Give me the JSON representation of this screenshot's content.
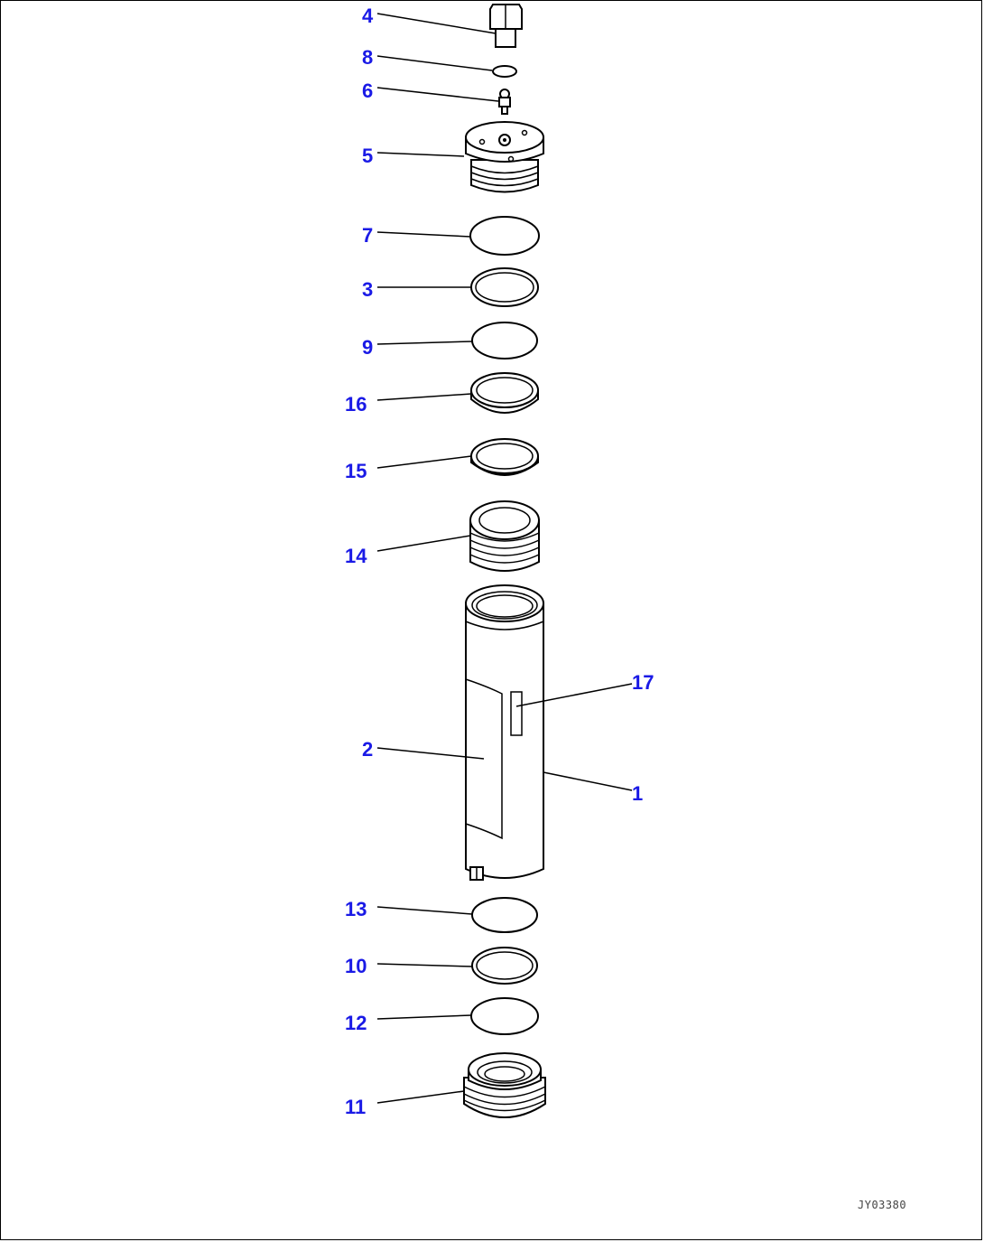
{
  "diagram": {
    "drawing_id": "JY03380",
    "callout_color": "#1a1ae6",
    "callouts": [
      {
        "label": "4"
      },
      {
        "label": "8"
      },
      {
        "label": "6"
      },
      {
        "label": "5"
      },
      {
        "label": "7"
      },
      {
        "label": "3"
      },
      {
        "label": "9"
      },
      {
        "label": "16"
      },
      {
        "label": "15"
      },
      {
        "label": "14"
      },
      {
        "label": "17"
      },
      {
        "label": "2"
      },
      {
        "label": "1"
      },
      {
        "label": "13"
      },
      {
        "label": "10"
      },
      {
        "label": "12"
      },
      {
        "label": "11"
      }
    ]
  }
}
